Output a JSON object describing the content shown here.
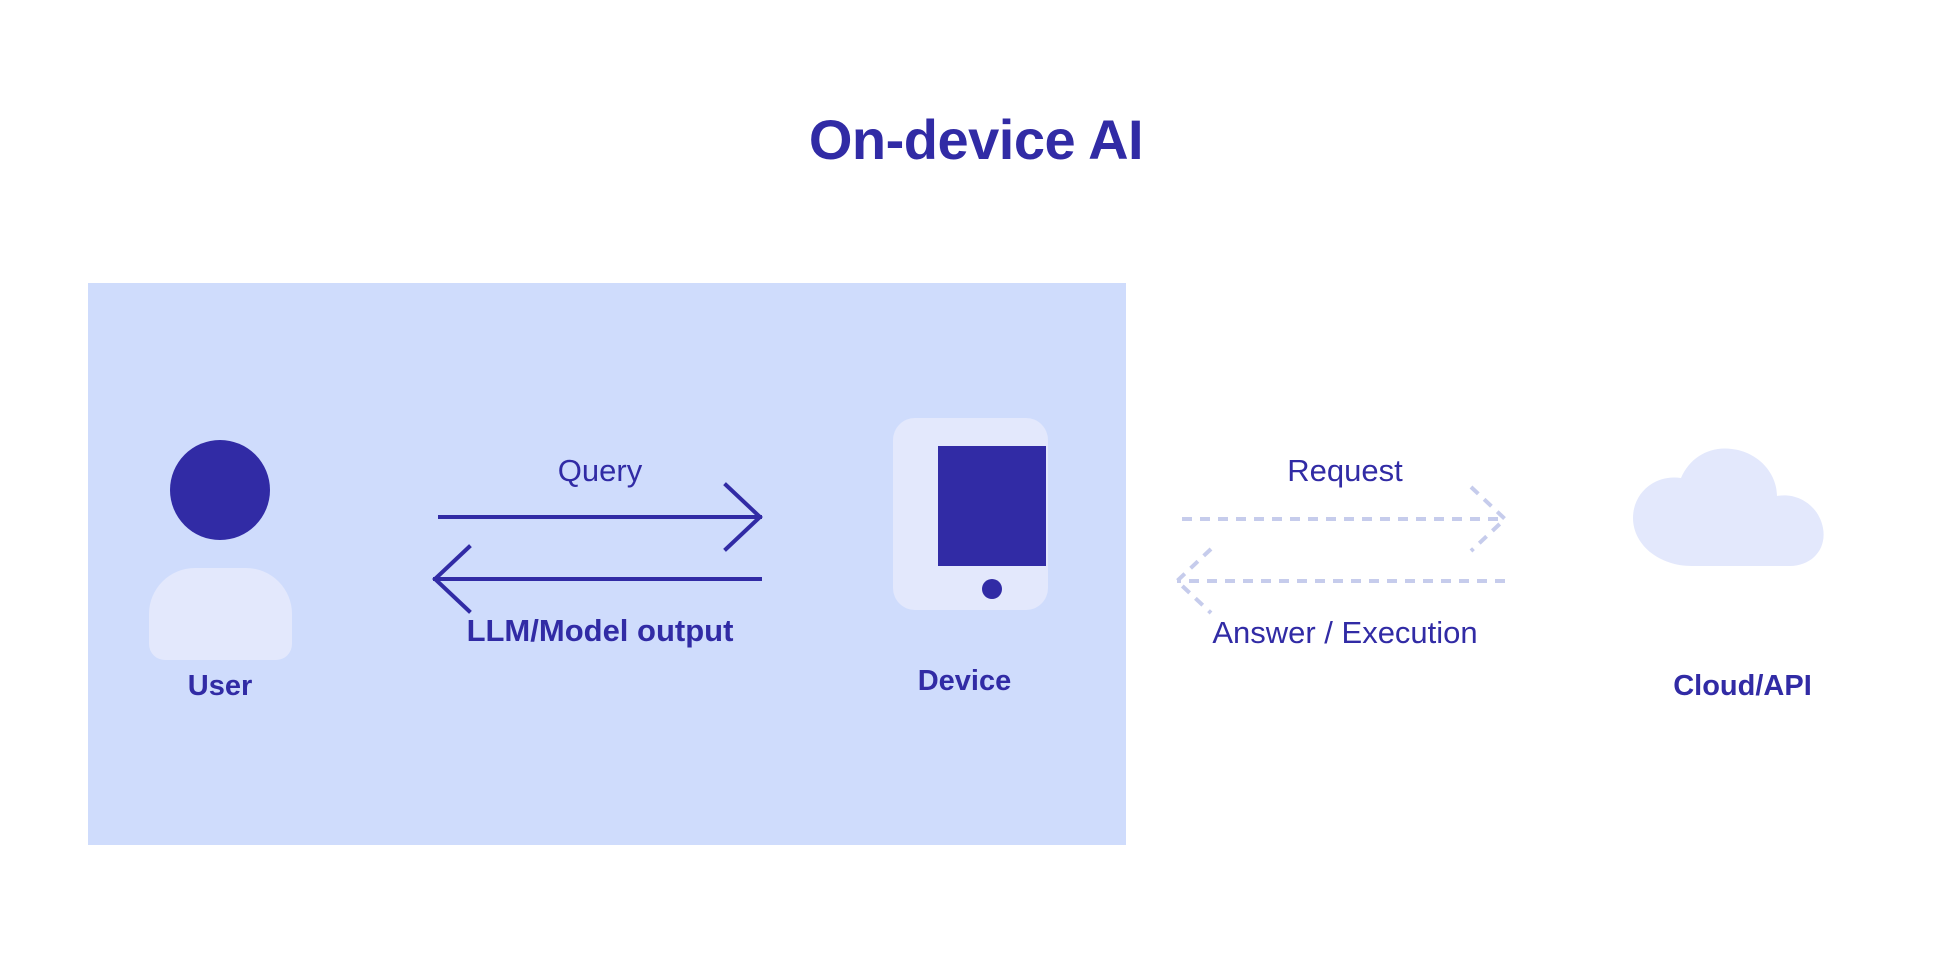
{
  "title": "On-device AI",
  "colors": {
    "primary": "#312BA5",
    "panel_background": "#CFDCFC",
    "light_shape": "#E3E8FC",
    "dashed_arrow": "#C6CCEC",
    "page_background": "#FFFFFF"
  },
  "panel": {
    "name": "on-device-region"
  },
  "nodes": {
    "user": {
      "label": "User",
      "icon": "user-avatar-icon"
    },
    "device": {
      "label": "Device",
      "icon": "tablet-device-icon"
    },
    "cloud": {
      "label": "Cloud/API",
      "icon": "cloud-icon"
    }
  },
  "edges": {
    "user_device": {
      "forward_label": "Query",
      "backward_label": "LLM/Model output",
      "style": "solid"
    },
    "device_cloud": {
      "forward_label": "Request",
      "backward_label": "Answer / Execution",
      "style": "dashed"
    }
  }
}
